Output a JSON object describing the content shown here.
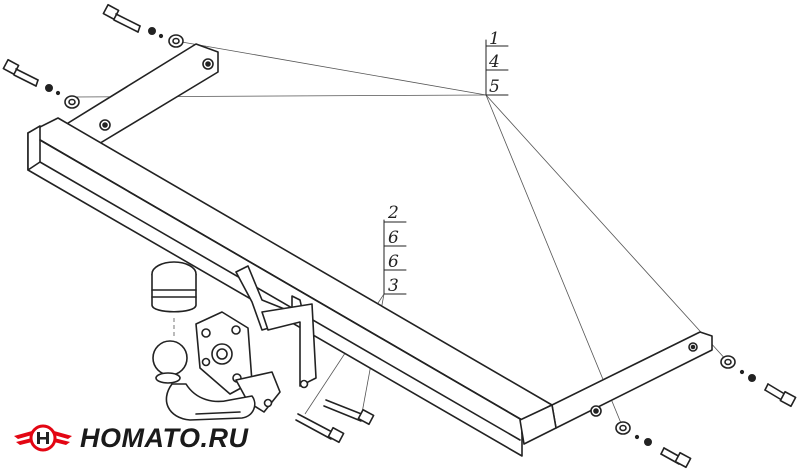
{
  "callouts": {
    "top_right": [
      "1",
      "4",
      "5"
    ],
    "center": [
      "2",
      "6",
      "6",
      "3"
    ]
  },
  "brand": {
    "logo_text": "HOMATO.RU",
    "logo_icon": "winged-h-emblem-icon",
    "colors": {
      "emblem_red": "#e30613",
      "ink": "#222222"
    }
  }
}
